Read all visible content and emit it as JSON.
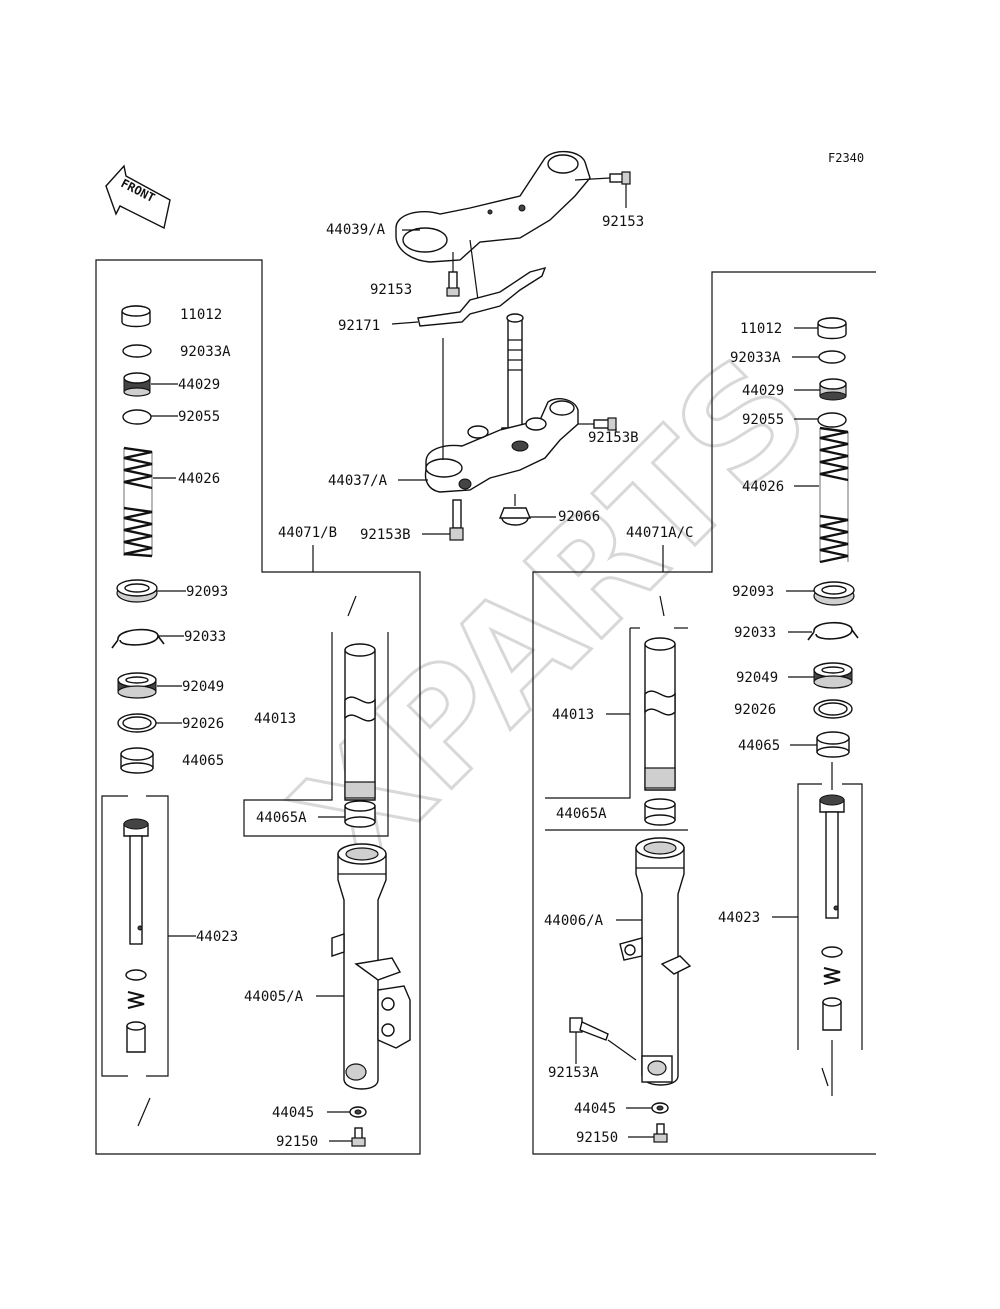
{
  "figure_code": "F2340",
  "front_label": "FRONT",
  "watermark": "XPARTS",
  "labels": {
    "top_bracket": "44039/A",
    "top_bolt_right": "92153",
    "top_bolt_left": "92153",
    "clamp": "92171",
    "lower_bracket": "44037/A",
    "lower_bolt_right": "92153B",
    "lower_bolt_left": "92153B",
    "stem_nut": "92066",
    "left_assembly": "44071/B",
    "right_assembly": "44071A/C",
    "l_cap": "11012",
    "l_oring_a": "92033A",
    "l_plug": "44029",
    "l_oring": "92055",
    "l_spring": "44026",
    "l_seal_cap": "92093",
    "l_clip": "92033",
    "l_oil_seal": "92049",
    "l_washer": "92026",
    "l_bushing": "44065",
    "l_inner_tube": "44013",
    "l_bushing_a": "44065A",
    "l_cylinder": "44023",
    "l_outer_tube": "44005/A",
    "l_gasket": "44045",
    "l_bolt": "92150",
    "r_cap": "11012",
    "r_oring_a": "92033A",
    "r_plug": "44029",
    "r_oring": "92055",
    "r_spring": "44026",
    "r_seal_cap": "92093",
    "r_clip": "92033",
    "r_oil_seal": "92049",
    "r_washer": "92026",
    "r_bushing": "44065",
    "r_inner_tube": "44013",
    "r_bushing_a": "44065A",
    "r_outer_tube": "44006/A",
    "r_cylinder": "44023",
    "r_caliper_bolt": "92153A",
    "r_gasket": "44045",
    "r_bolt": "92150"
  }
}
